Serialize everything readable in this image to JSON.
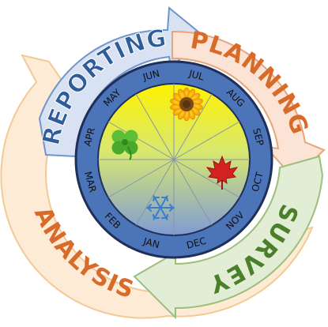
{
  "phases": [
    {
      "key": "reporting",
      "label": "REPORTING",
      "color": "#2f5d9a",
      "arrow_fill": "#d9e2f2",
      "arrow_stroke": "#6f95cf"
    },
    {
      "key": "planning",
      "label": "PLANNING",
      "color": "#d86a2a",
      "arrow_fill": "#fbe3d5",
      "arrow_stroke": "#e6a57c"
    },
    {
      "key": "survey",
      "label": "SURVEY",
      "color": "#4b7f2a",
      "arrow_fill": "#e1edd4",
      "arrow_stroke": "#9cc07a"
    },
    {
      "key": "analysis",
      "label": "ANALYSIS",
      "color": "#d86a2a",
      "arrow_fill": "#fdebd5",
      "arrow_stroke": "#f3c996"
    }
  ],
  "months": [
    "JAN",
    "FEB",
    "MAR",
    "APR",
    "MAY",
    "JUN",
    "JUL",
    "AUG",
    "SEP",
    "OCT",
    "NOV",
    "DEC"
  ],
  "season_icons": [
    {
      "name": "snowflake-icon",
      "season": "winter"
    },
    {
      "name": "clover-icon",
      "season": "spring"
    },
    {
      "name": "sunflower-icon",
      "season": "summer"
    },
    {
      "name": "maple-leaf-icon",
      "season": "autumn"
    }
  ],
  "colors": {
    "disc_top": "#fff200",
    "disc_bottom": "#7f9bd6",
    "ring": "#4c74b9",
    "ring_outline": "#1f2f57"
  }
}
